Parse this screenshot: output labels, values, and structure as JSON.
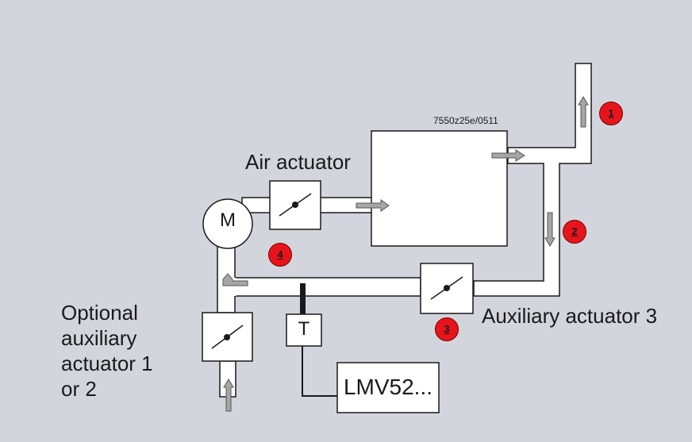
{
  "drawing_code": "7550z25e/0511",
  "labels": {
    "air_actuator": "Air actuator",
    "auxiliary_actuator_3": "Auxiliary actuator 3",
    "optional_line1": "Optional",
    "optional_line2": "auxiliary",
    "optional_line3": "actuator 1",
    "optional_line4": "or 2"
  },
  "components": {
    "motor": "M",
    "sensor": "T",
    "controller": "LMV52..."
  },
  "markers": [
    "1",
    "2",
    "3",
    "4"
  ],
  "colors": {
    "background": "#d3d5dc",
    "duct_fill": "#ffffff",
    "line": "#1a1a1a",
    "arrow": "#a6a6a6",
    "marker": "#e8141c"
  }
}
